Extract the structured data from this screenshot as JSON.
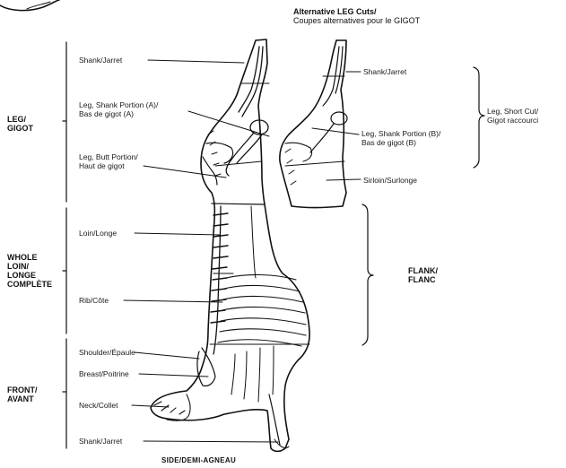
{
  "alternative_header": {
    "line1": "Alternative LEG Cuts/",
    "line2": "Coupes alternatives pour le GIGOT"
  },
  "sections": {
    "leg": {
      "line1": "LEG/",
      "line2": "GIGOT"
    },
    "whole_loin": {
      "line1": "WHOLE",
      "line2": "LOIN/",
      "line3": "LONGE",
      "line4": "COMPLÈTE"
    },
    "front": {
      "line1": "FRONT/",
      "line2": "AVANT"
    },
    "flank": {
      "line1": "FLANK/",
      "line2": "FLANC"
    },
    "leg_short_cut": {
      "line1": "Leg, Short Cut/",
      "line2": "Gigot raccourci"
    }
  },
  "cuts": {
    "shank_leg": "Shank/Jarret",
    "leg_shank_a_line1": "Leg, Shank Portion (A)/",
    "leg_shank_a_line2": "Bas de gigot (A)",
    "leg_butt_line1": "Leg, Butt Portion/",
    "leg_butt_line2": "Haut de gigot",
    "loin": "Loin/Longe",
    "rib": "Rib/Côte",
    "shoulder": "Shoulder/Épaule",
    "breast": "Breast/Poitrine",
    "neck": "Neck/Collet",
    "shank_front": "Shank/Jarret"
  },
  "alt_cuts": {
    "shank": "Shank/Jarret",
    "leg_shank_b_line1": "Leg, Shank Portion (B)/",
    "leg_shank_b_line2": "Bas de gigot (B)",
    "sirloin": "Sirloin/Surlonge"
  },
  "footer_title": "SIDE/DEMI-AGNEAU",
  "colors": {
    "ink": "#111111",
    "paper": "#ffffff"
  }
}
